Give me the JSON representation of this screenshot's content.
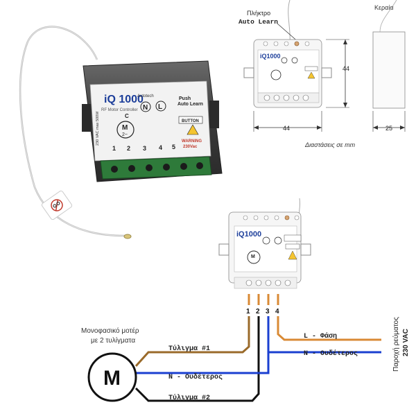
{
  "colors": {
    "wire_brown": "#9a6a2a",
    "wire_black": "#111111",
    "wire_blue": "#1a3fd0",
    "wire_orange": "#d98a35",
    "label_line": "#333333"
  },
  "photo": {
    "brand": "iQ 1000",
    "brand_sub": "RF Motor Controller",
    "maker": "Autotech",
    "rating": "230 VAC max 500W",
    "neutral": "N",
    "line": "L",
    "common": "C",
    "motor": "M",
    "motor_sub": "2~",
    "push_label_1": "Push",
    "push_label_2": "Auto Learn",
    "button": "BUTTON",
    "warning_1": "WARNING",
    "warning_2": "230Vac",
    "terminals": [
      "1",
      "2",
      "3",
      "4",
      "5"
    ],
    "antenna_icon": "no-cut-icon"
  },
  "dims": {
    "label_button_1": "Πλήκτρο",
    "label_button_2": "Auto Learn",
    "label_antenna": "Κεραία",
    "dim_height": "44",
    "dim_width": "44",
    "dim_depth": "25",
    "caption": "Διαστάσεις σε mm"
  },
  "wiring": {
    "motor_label_1": "Μονοφασικό μοτέρ",
    "motor_label_2": "με 2 τυλίγματα",
    "motor_symbol": "M",
    "winding1": "Τύλιγμα #1",
    "neutral_left": "N - Ουδέτερος",
    "winding2": "Τύλιγμα #2",
    "phase": "L - Φάση",
    "neutral_right": "N - Ουδέτερος",
    "supply_1": "Παροχή ρεύματος",
    "supply_2": "230 VAC",
    "terminal_numbers": [
      "1",
      "2",
      "3",
      "4"
    ]
  }
}
